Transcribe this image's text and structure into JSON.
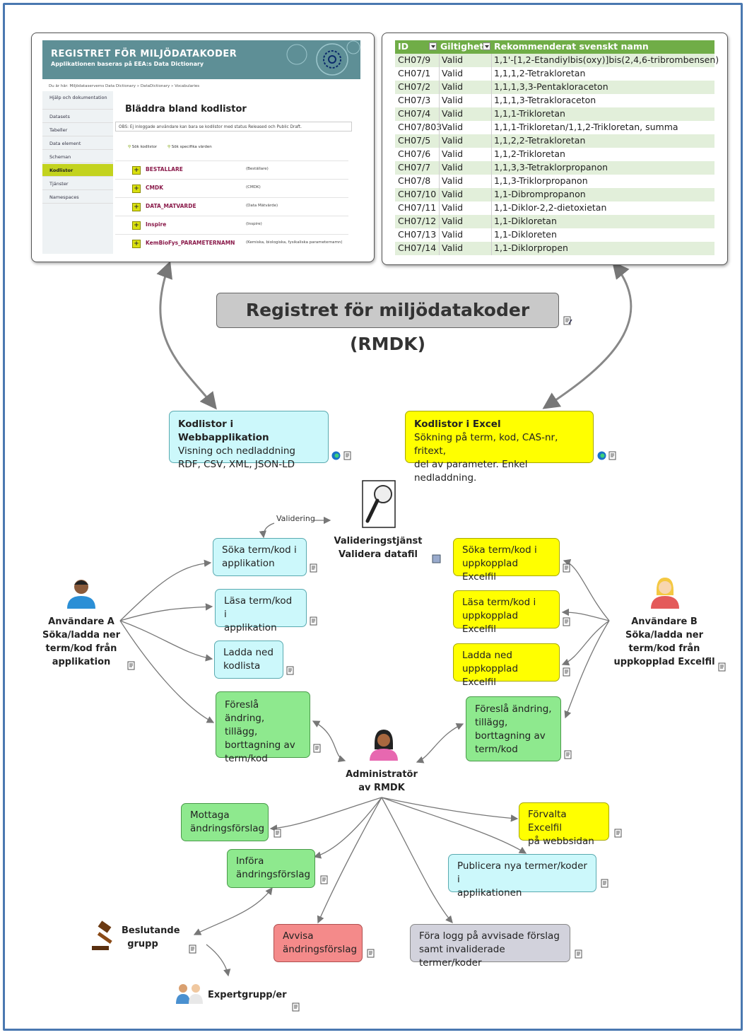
{
  "diagram_title": "Registret för miljödatakoder (RMDK)",
  "web_screenshot": {
    "title": "Registret för miljödatakoder",
    "subtitle": "Applikationen baseras på EEA:s Data Dictionary",
    "breadcrumb": "Du är här: Miljödataserverns Data Dictionary » DataDictionary » Vocabularies",
    "sidebar": [
      "Hjälp och dokumentation",
      "Datasets",
      "Tabeller",
      "Data element",
      "Scheman",
      "Kodlistor",
      "Tjänster",
      "Namespaces"
    ],
    "heading": "Bläddra bland kodlistor",
    "notice": "OBS: Ej inloggade användare kan bara se kodlistor med status Released och Public Draft.",
    "search_links": [
      "Sök kodlistor",
      "Sök specifika värden"
    ],
    "codelists": [
      {
        "name": "BESTALLARE",
        "desc": "(Beställare)"
      },
      {
        "name": "CMDK",
        "desc": "(CMDK)"
      },
      {
        "name": "DATA_MATVARDE",
        "desc": "(Data Mätvärde)"
      },
      {
        "name": "Inspire",
        "desc": "(Inspire)"
      },
      {
        "name": "KemBioFys_PARAMETERNAMN",
        "desc": "(Kemiska, biologiska, fysikaliska parameternamn)"
      }
    ]
  },
  "excel_screenshot": {
    "headers": [
      "ID",
      "Giltighet",
      "Rekommenderat svenskt namn"
    ],
    "rows": [
      [
        "CH07/9",
        "Valid",
        "1,1'-[1,2-Etandiylbis(oxy)]bis(2,4,6-tribrombensen)"
      ],
      [
        "CH07/1",
        "Valid",
        "1,1,1,2-Tetrakloretan"
      ],
      [
        "CH07/2",
        "Valid",
        "1,1,1,3,3-Pentakloraceton"
      ],
      [
        "CH07/3",
        "Valid",
        "1,1,1,3-Tetrakloraceton"
      ],
      [
        "CH07/4",
        "Valid",
        "1,1,1-Trikloretan"
      ],
      [
        "CH07/803",
        "Valid",
        "1,1,1-Trikloretan/1,1,2-Trikloretan, summa"
      ],
      [
        "CH07/5",
        "Valid",
        "1,1,2,2-Tetrakloretan"
      ],
      [
        "CH07/6",
        "Valid",
        "1,1,2-Trikloretan"
      ],
      [
        "CH07/7",
        "Valid",
        "1,1,3,3-Tetraklorpropanon"
      ],
      [
        "CH07/8",
        "Valid",
        "1,1,3-Triklorpropanon"
      ],
      [
        "CH07/10",
        "Valid",
        "1,1-Dibrompropanon"
      ],
      [
        "CH07/11",
        "Valid",
        "1,1-Diklor-2,2-dietoxietan"
      ],
      [
        "CH07/12",
        "Valid",
        "1,1-Dikloretan"
      ],
      [
        "CH07/13",
        "Valid",
        "1,1-Dikloreten"
      ],
      [
        "CH07/14",
        "Valid",
        "1,1-Diklorpropen"
      ]
    ]
  },
  "web_box": {
    "title": "Kodlistor i Webbapplikation",
    "line1": "Visning och nedladdning",
    "line2": "RDF, CSV, XML, JSON-LD"
  },
  "excel_box": {
    "title": "Kodlistor i Excel",
    "line1": "Sökning på term, kod, CAS-nr, fritext,",
    "line2": "del av parameter. Enkel nedladdning."
  },
  "validation": {
    "arrow_label": "Validering",
    "line1": "Valideringstjänst",
    "line2": "Validera datafil"
  },
  "user_a": {
    "line1": "Användare A",
    "line2": "Söka/ladda ner",
    "line3": "term/kod från",
    "line4": "applikation"
  },
  "user_b": {
    "line1": "Användare B",
    "line2": "Söka/ladda ner",
    "line3": "term/kod från",
    "line4": "uppkopplad Excelfil"
  },
  "admin": {
    "line1": "Administratör",
    "line2": "av RMDK"
  },
  "user_a_tasks": [
    {
      "l1": "Söka term/kod i",
      "l2": "applikation"
    },
    {
      "l1": "Läsa term/kod i",
      "l2": "applikation"
    },
    {
      "l1": "Ladda ned",
      "l2": "kodlista"
    },
    {
      "l1": "Föreslå ändring,",
      "l2": "tillägg,",
      "l3": "borttagning av",
      "l4": "term/kod"
    }
  ],
  "user_b_tasks": [
    {
      "l1": "Söka term/kod i",
      "l2": "uppkopplad Excelfil"
    },
    {
      "l1": "Läsa term/kod i",
      "l2": "uppkopplad Excelfil"
    },
    {
      "l1": "Ladda ned",
      "l2": "uppkopplad Excelfil"
    },
    {
      "l1": "Föreslå ändring,",
      "l2": "tillägg,",
      "l3": "borttagning av",
      "l4": "term/kod"
    }
  ],
  "admin_tasks": {
    "receive": {
      "l1": "Mottaga",
      "l2": "ändringsförslag"
    },
    "implement": {
      "l1": "Införa",
      "l2": "ändringsförslag"
    },
    "reject": {
      "l1": "Avvisa",
      "l2": "ändringsförslag"
    },
    "log": {
      "l1": "Föra logg på avvisade förslag",
      "l2": "samt invaliderade termer/koder"
    },
    "manage": {
      "l1": "Förvalta Excelfil",
      "l2": "på webbsidan"
    },
    "publish": {
      "l1": "Publicera nya termer/koder i",
      "l2": "applikationen"
    }
  },
  "decision_group": {
    "l1": "Beslutande",
    "l2": "grupp"
  },
  "expert_group": "Expertgrupp/er",
  "colors": {
    "cyan": "#ccf8fb",
    "yellow": "#ffff00",
    "green": "#8ee98e",
    "red": "#f48a8a",
    "grey": "#d2d2dc",
    "frame": "#4a78b0"
  }
}
